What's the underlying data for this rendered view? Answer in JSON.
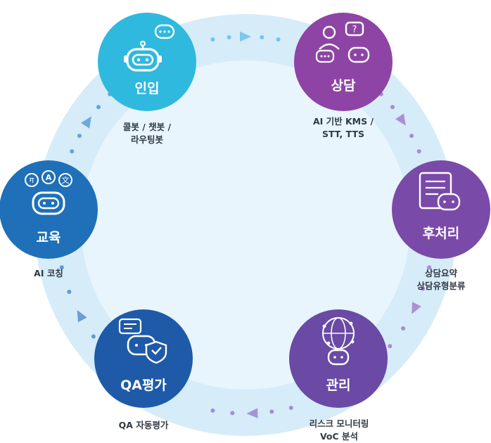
{
  "colors": {
    "ring_outer": "#d6ecf9",
    "ring_inner": "#e8f5fc",
    "onboarding": "#2fb9de",
    "consult": "#8e44a5",
    "postprocess": "#7a4aa8",
    "manage": "#6a4aa4",
    "qa": "#1e5aa8",
    "education": "#1f70b8"
  },
  "nodes": {
    "onboarding": {
      "title": "인입",
      "caption": [
        "콜봇 / 챗봇 /",
        "라우팅봇"
      ],
      "icon": "robot-chat-icon"
    },
    "consult": {
      "title": "상담",
      "caption": [
        "AI 기반 KMS /",
        "STT, TTS"
      ],
      "icon": "agent-robot-question-icon"
    },
    "postprocess": {
      "title": "후처리",
      "caption": [
        "상담요약",
        "상담유형분류"
      ],
      "icon": "document-robot-icon"
    },
    "manage": {
      "title": "관리",
      "caption": [
        "리스크 모니터링",
        "VoC 분석"
      ],
      "icon": "network-globe-robot-icon"
    },
    "qa": {
      "title": "QA평가",
      "caption": [
        "QA 자동평가"
      ],
      "icon": "robot-shield-icon"
    },
    "education": {
      "title": "교육",
      "caption": [
        "AI 코칭"
      ],
      "icon": "language-robot-icon"
    }
  }
}
